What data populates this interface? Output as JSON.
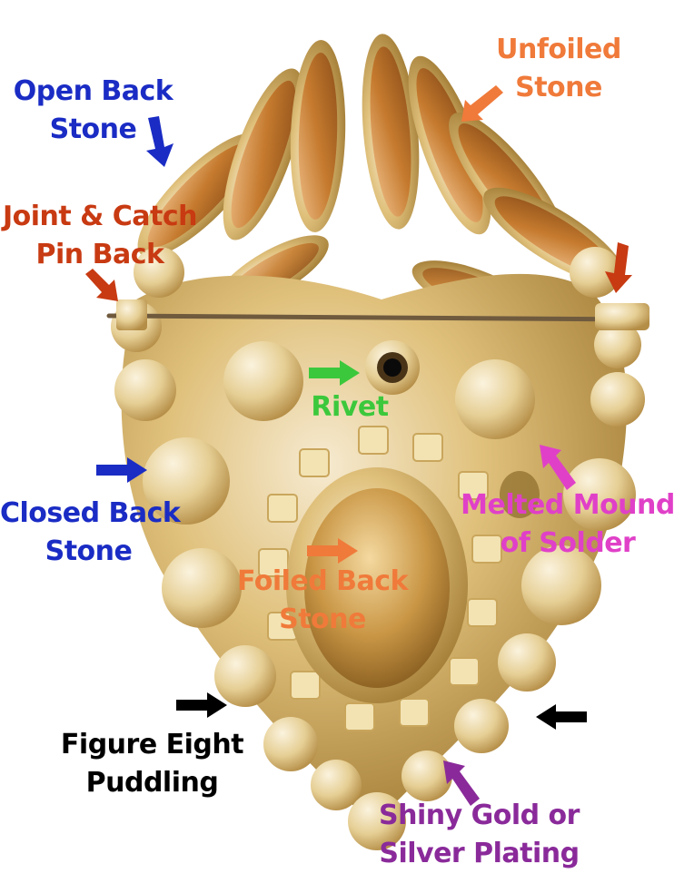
{
  "colors": {
    "background": "#ffffff",
    "gold_base": "#d9b86a",
    "gold_highlight": "#f3e3b3",
    "gold_shadow": "#a27c35",
    "amber_stone": "#c57a2e",
    "amber_light": "#e6a863",
    "foil": "#c99645",
    "pin": "#6f5a3e"
  },
  "labels": {
    "unfoiled": {
      "line1": "Unfoiled",
      "line2": "Stone",
      "color": "#f07a3a"
    },
    "open_back": {
      "line1": "Open Back",
      "line2": "Stone",
      "color": "#1a2cc4"
    },
    "joint_catch": {
      "line1": "Joint & Catch",
      "line2": "Pin Back",
      "color": "#c83a12"
    },
    "rivet": {
      "line1": "Rivet",
      "color": "#3cc83c"
    },
    "closed_back": {
      "line1": "Closed Back",
      "line2": "Stone",
      "color": "#1a2cc4"
    },
    "melted_mound": {
      "line1": "Melted Mound",
      "line2": "of Solder",
      "color": "#e040c8"
    },
    "foiled_back": {
      "line1": "Foiled Back",
      "line2": "Stone",
      "color": "#f07a3a"
    },
    "figure_eight": {
      "line1": "Figure Eight",
      "line2": "Puddling",
      "color": "#000000"
    },
    "shiny_plating": {
      "line1": "Shiny Gold or",
      "line2": "Silver Plating",
      "color": "#8a2a9a"
    }
  },
  "arrows": {
    "unfoiled": {
      "color": "#f07a3a",
      "icon": "arrow-down-left-icon"
    },
    "open_back": {
      "color": "#1a2cc4",
      "icon": "arrow-down-icon"
    },
    "joint_left": {
      "color": "#c83a12",
      "icon": "arrow-down-right-icon"
    },
    "joint_right": {
      "color": "#c83a12",
      "icon": "arrow-down-icon"
    },
    "rivet": {
      "color": "#3cc83c",
      "icon": "arrow-right-icon"
    },
    "closed_back": {
      "color": "#1a2cc4",
      "icon": "arrow-right-icon"
    },
    "melted_mound": {
      "color": "#e040c8",
      "icon": "arrow-up-left-icon"
    },
    "foiled_back": {
      "color": "#f07a3a",
      "icon": "arrow-right-icon"
    },
    "figure_eight_left": {
      "color": "#000000",
      "icon": "arrow-right-icon"
    },
    "figure_eight_right": {
      "color": "#000000",
      "icon": "arrow-left-icon"
    },
    "shiny_plating": {
      "color": "#8a2a9a",
      "icon": "arrow-up-left-icon"
    }
  }
}
